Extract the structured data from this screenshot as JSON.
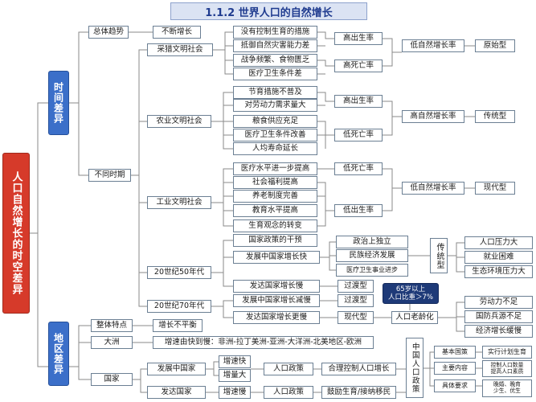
{
  "title": "1.1.2   世界人口的自然增长",
  "root": "人口自然增长的时空差异",
  "branches": {
    "time": "时间差异",
    "region": "地区差异"
  },
  "time": {
    "overall_trend": "总体趋势",
    "continuous_growth": "不断增长",
    "periods": "不同时期",
    "hunting": {
      "label": "采猎文明社会",
      "factors": [
        "没有控制生育的措施",
        "抵御自然灾害能力差",
        "战争频繁、食物匮乏",
        "医疗卫生条件差"
      ],
      "rates": [
        "高出生率",
        "高死亡率"
      ],
      "growth": "低自然增长率",
      "type": "原始型"
    },
    "agriculture": {
      "label": "农业文明社会",
      "factors": [
        "节育措施不普及",
        "对劳动力需求量大",
        "粮食供应充足",
        "医疗卫生条件改善",
        "人均寿命延长"
      ],
      "rates": [
        "高出生率",
        "低死亡率"
      ],
      "growth": "高自然增长率",
      "type": "传统型"
    },
    "industry": {
      "label": "工业文明社会",
      "factors": [
        "医疗水平进一步提高",
        "社会福利提高",
        "养老制度完善",
        "教育水平提高",
        "生育观念的转变"
      ],
      "rates": [
        "低死亡率",
        "低出生率"
      ],
      "growth": "低自然增长率",
      "type": "现代型"
    },
    "fifties": {
      "label": "20世纪50年代",
      "policy": "国家政策的干预",
      "developing": "发展中国家增长快",
      "developed": "发达国家增长慢",
      "causes": [
        "政治上独立",
        "民族经济发展",
        "医疗卫生事业进步"
      ],
      "transition_type": "过渡型",
      "traditional_type": "传统型",
      "problems": [
        "人口压力大",
        "就业困难",
        "生态环境压力大"
      ]
    },
    "seventies": {
      "label": "20世纪70年代",
      "developing": "发展中国家增长减慢",
      "developed": "发达国家增长更慢",
      "transition_type": "过渡型",
      "modern_type": "现代型",
      "aging": "人口老龄化",
      "aging_note": "65岁以上\n人口比重＞7%",
      "problems": [
        "劳动力不足",
        "国防兵源不足",
        "经济增长缓慢"
      ]
    }
  },
  "region": {
    "features": "整体特点",
    "uneven": "增长不平衡",
    "continents": "大洲",
    "continent_order": "增速由快到慢：非洲-拉丁美洲-亚洲-大洋洲-北美地区-欧洲",
    "countries": "国家",
    "developing": "发展中国家",
    "developed": "发达国家",
    "dev_growth": [
      "增速快",
      "增量大"
    ],
    "dvd_growth": "增速慢",
    "policy": "人口政策",
    "dev_policy": "合理控制人口增长",
    "dvd_policy": "鼓励生育/接纳移民",
    "china": "中国人口政策",
    "china_items": [
      "基本国策",
      "主要内容",
      "具体要求"
    ],
    "china_details": [
      "实行计划生育",
      "控制人口数量\n提高人口素质",
      "晚婚、晚育\n少生、优生"
    ]
  }
}
